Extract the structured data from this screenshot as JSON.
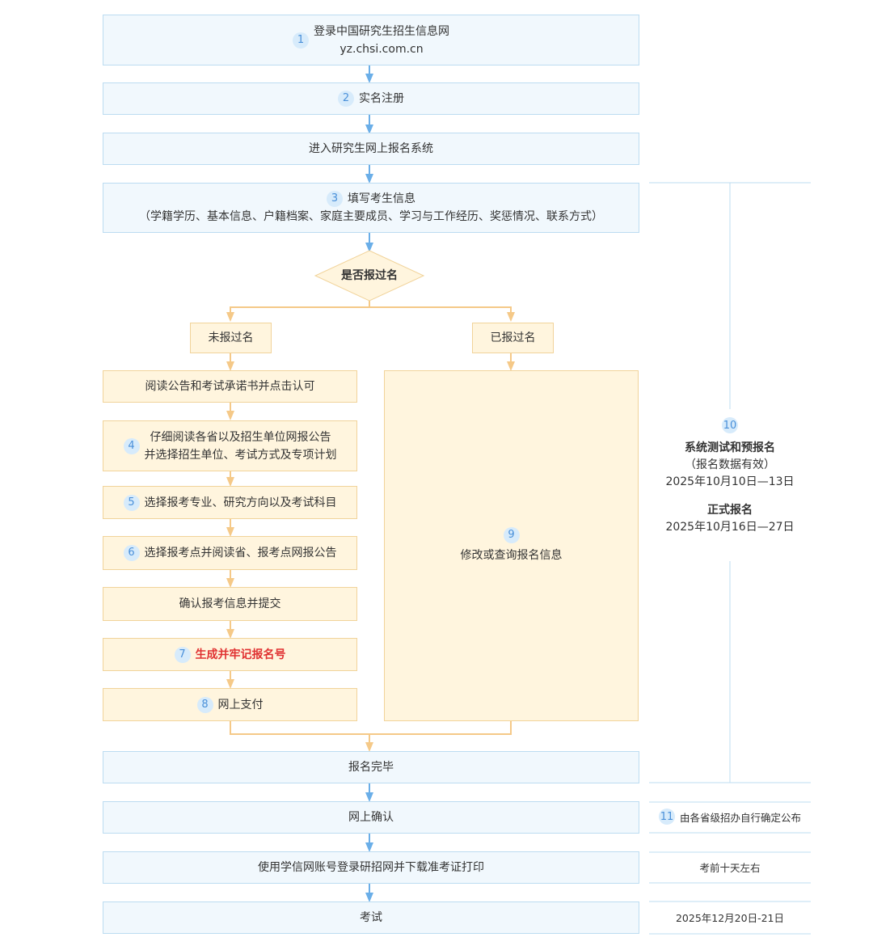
{
  "colors": {
    "blue_fill": "#f1f8fd",
    "blue_border": "#bcdcf1",
    "yellow_fill": "#fff5de",
    "yellow_border": "#f1d39a",
    "blue_arrow": "#6aaee8",
    "yellow_arrow": "#f5c988",
    "number_badge": "#d7ebfb",
    "highlight_red": "#e03131"
  },
  "steps": {
    "s1": {
      "num": "1",
      "line1": "登录中国研究生招生信息网",
      "line2": "yz.chsi.com.cn"
    },
    "s2": {
      "num": "2",
      "label": "实名注册"
    },
    "enter": {
      "label": "进入研究生网上报名系统"
    },
    "s3": {
      "num": "3",
      "line1": "填写考生信息",
      "line2": "（学籍学历、基本信息、户籍档案、家庭主要成员、学习与工作经历、奖惩情况、联系方式）"
    },
    "decision": {
      "label": "是否报过名"
    },
    "not_registered": {
      "label": "未报过名"
    },
    "registered": {
      "label": "已报过名"
    },
    "read_notice": {
      "label": "阅读公告和考试承诺书并点击认可"
    },
    "s4": {
      "num": "4",
      "line1": "仔细阅读各省以及招生单位网报公告",
      "line2": "并选择招生单位、考试方式及专项计划"
    },
    "s5": {
      "num": "5",
      "label": "选择报考专业、研究方向以及考试科目"
    },
    "s6": {
      "num": "6",
      "label": "选择报考点并阅读省、报考点网报公告"
    },
    "confirm_submit": {
      "label": "确认报考信息并提交"
    },
    "s7": {
      "num": "7",
      "label": "生成并牢记报名号"
    },
    "s8": {
      "num": "8",
      "label": "网上支付"
    },
    "s9": {
      "num": "9",
      "label": "修改或查询报名信息"
    },
    "complete": {
      "label": "报名完毕"
    },
    "online_confirm": {
      "label": "网上确认"
    },
    "print_ticket": {
      "label": "使用学信网账号登录研招网并下载准考证打印"
    },
    "exam": {
      "label": "考试"
    }
  },
  "side": {
    "s10": {
      "num": "10",
      "title1": "系统测试和预报名",
      "note1": "（报名数据有效）",
      "date1": "2025年10月10日—13日",
      "title2": "正式报名",
      "date2": "2025年10月16日—27日"
    },
    "s11": {
      "num": "11",
      "label": "由各省级招办自行确定公布"
    },
    "before_exam": {
      "label": "考前十天左右"
    },
    "exam_date": {
      "label": "2025年12月20日-21日"
    }
  }
}
